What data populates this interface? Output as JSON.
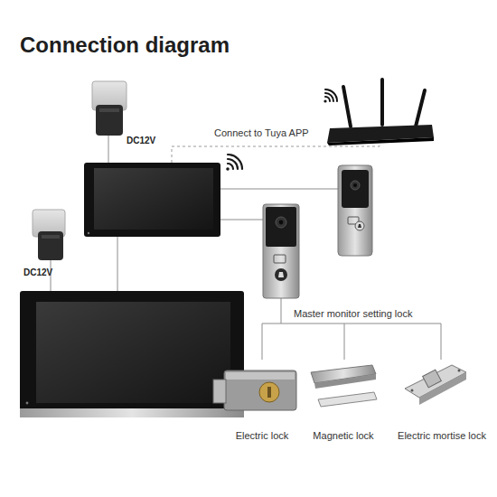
{
  "diagram": {
    "title": "Connection diagram",
    "nodes": [
      {
        "text": [
          "Electric lock"
        ]
      },
      {
        "text": [
          "Magnetic lock"
        ]
      },
      {
        "text": [
          "Electric mortise lock"
        ]
      }
    ],
    "labels": [
      "DC12V",
      "DC12V",
      "Connect to Tuya APP",
      "Master monitor setting lock"
    ]
  }
}
